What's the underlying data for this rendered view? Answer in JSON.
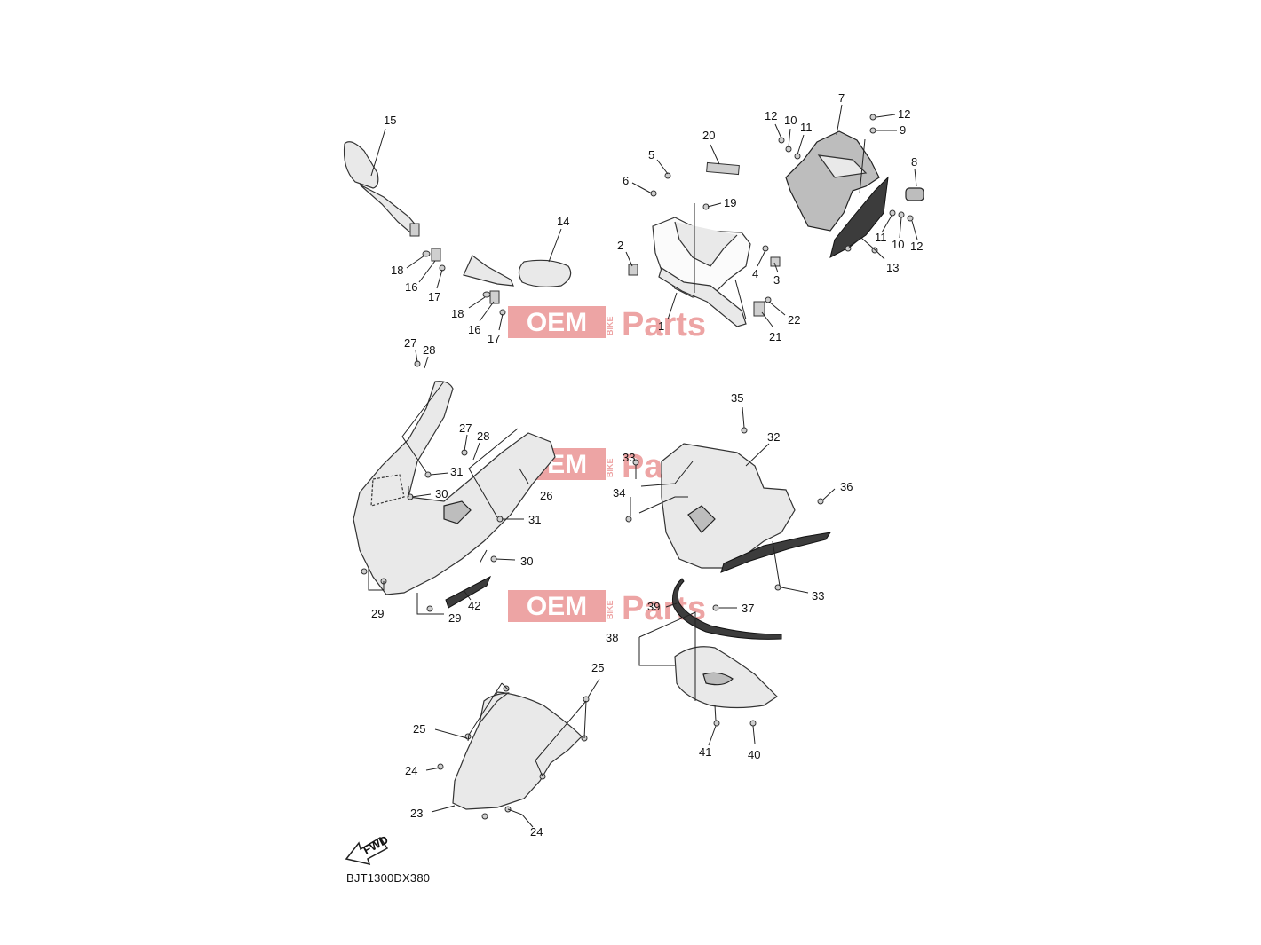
{
  "diagram_code": "BJT1300DX380",
  "fwd_label": "FWD",
  "watermark": {
    "oem": "OEM",
    "bike": "BIKE",
    "parts": "Parts",
    "color": "#e05a5a"
  },
  "callouts": {
    "c1": "1",
    "c2": "2",
    "c3": "3",
    "c4": "4",
    "c5": "5",
    "c6": "6",
    "c7": "7",
    "c8": "8",
    "c9": "9",
    "c10a": "10",
    "c10b": "10",
    "c11a": "11",
    "c11b": "11",
    "c12a": "12",
    "c12b": "12",
    "c12c": "12",
    "c13": "13",
    "c14": "14",
    "c15": "15",
    "c16a": "16",
    "c16b": "16",
    "c17a": "17",
    "c17b": "17",
    "c18a": "18",
    "c18b": "18",
    "c19": "19",
    "c20": "20",
    "c21": "21",
    "c22": "22",
    "c23": "23",
    "c24a": "24",
    "c24b": "24",
    "c25a": "25",
    "c25b": "25",
    "c26": "26",
    "c27a": "27",
    "c27b": "27",
    "c28a": "28",
    "c28b": "28",
    "c29a": "29",
    "c29b": "29",
    "c30a": "30",
    "c30b": "30",
    "c31a": "31",
    "c31b": "31",
    "c32": "32",
    "c33a": "33",
    "c33b": "33",
    "c34": "34",
    "c35": "35",
    "c36": "36",
    "c37": "37",
    "c38": "38",
    "c39": "39",
    "c40": "40",
    "c41": "41",
    "c42": "42"
  }
}
